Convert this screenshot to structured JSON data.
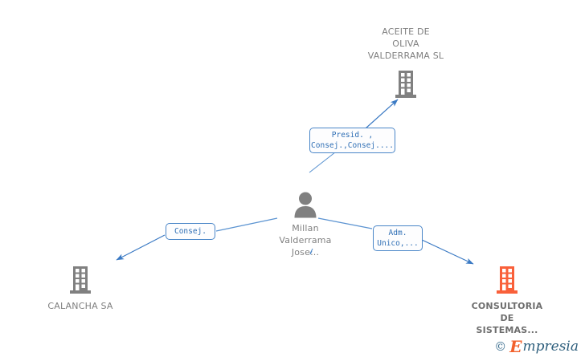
{
  "diagram": {
    "type": "org-relationship-graph",
    "colors": {
      "company_gray": "#808080",
      "company_orange": "#f9603a",
      "person_gray": "#808080",
      "connector_blue": "#4a86c8",
      "label_text_blue": "#2f6fb5",
      "node_text_gray": "#808080",
      "background": "#ffffff"
    },
    "center": {
      "id": "person-millan",
      "icon": "person-icon",
      "label": "Millan\nValderrama\nJose...",
      "kind": "person"
    },
    "nodes": [
      {
        "id": "company-aceite",
        "icon": "building-icon",
        "icon_color": "#808080",
        "label": "ACEITE DE\nOLIVA\nVALDERRAMA SL",
        "kind": "company",
        "position": "top-right"
      },
      {
        "id": "company-calancha",
        "icon": "building-icon",
        "icon_color": "#808080",
        "label": "CALANCHA SA",
        "kind": "company",
        "position": "bottom-left"
      },
      {
        "id": "company-consultoria",
        "icon": "building-icon",
        "icon_color": "#f9603a",
        "label": "CONSULTORIA\nDE\nSISTEMAS...",
        "kind": "company",
        "position": "bottom-right"
      }
    ],
    "edges": [
      {
        "id": "edge-aceite",
        "from": "person-millan",
        "to": "company-aceite",
        "role_label": "Presid. ,\nConsej.,Consej...."
      },
      {
        "id": "edge-calancha",
        "from": "person-millan",
        "to": "company-calancha",
        "role_label": "Consej."
      },
      {
        "id": "edge-consultoria",
        "from": "person-millan",
        "to": "company-consultoria",
        "role_label": "Adm.\nUnico,..."
      }
    ]
  },
  "watermark": {
    "copyright": "©",
    "brand_initial": "E",
    "brand_rest": "mpresia"
  }
}
